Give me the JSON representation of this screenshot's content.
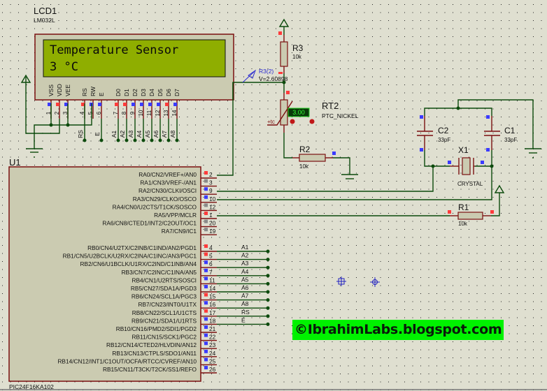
{
  "lcd": {
    "ref": "LCD1",
    "model": "LM032L",
    "line1": "Temperature Sensor",
    "line2": "3 °C",
    "screen_color": "#8fae00",
    "pin_labels": [
      "VSS",
      "VDD",
      "VEE",
      "RS",
      "RW",
      "E",
      "D0",
      "D1",
      "D2",
      "D3",
      "D4",
      "D5",
      "D6",
      "D7"
    ],
    "pin_numbers": [
      "1",
      "2",
      "3",
      "4",
      "5",
      "6",
      "7",
      "8",
      "9",
      "10",
      "11",
      "12",
      "13",
      "14"
    ],
    "net_labels": [
      "RS",
      "E",
      "A1",
      "A2",
      "A3",
      "A4",
      "A5",
      "A6",
      "A7",
      "A8"
    ]
  },
  "r3": {
    "ref": "R3",
    "value": "10k"
  },
  "probe": {
    "name": "R3(2)",
    "reading": "V=2.60898"
  },
  "rt2": {
    "ref": "RT2",
    "model": "PTC_NICKEL",
    "display": "3.00",
    "tc_label": "+tc"
  },
  "r2": {
    "ref": "R2",
    "value": "10k"
  },
  "c2": {
    "ref": "C2",
    "value": "33pF"
  },
  "c1": {
    "ref": "C1",
    "value": "33pF"
  },
  "x1": {
    "ref": "X1",
    "model": "CRYSTAL"
  },
  "r1": {
    "ref": "R1",
    "value": "10k"
  },
  "u1": {
    "ref": "U1",
    "model": "PIC24F16KA102",
    "porta": [
      {
        "name": "RA0/CN2/VREF+/AN0",
        "pin": "2"
      },
      {
        "name": "RA1/CN3/VREF-/AN1",
        "pin": "3"
      },
      {
        "name": "RA2/CN30/CLKI/OSCI",
        "pin": "9"
      },
      {
        "name": "RA3/CN29/CLKO/OSCO",
        "pin": "10"
      },
      {
        "name": "RA4/CN0/U2CTS/T1CK/SOSCO",
        "pin": "12"
      },
      {
        "name": "RA5/VPP/MCLR",
        "pin": "1"
      },
      {
        "name": "RA6/CN8/CTED1/INT2/C2OUT/OC1",
        "pin": "20"
      },
      {
        "name": "RA7/CN9/IC1",
        "pin": "19"
      }
    ],
    "portb": [
      {
        "name": "RB0/CN4/U2TX/C2INB/C1IND/AN2/PGD1",
        "pin": "4",
        "net": "A1"
      },
      {
        "name": "RB1/CN5/U2BCLK/U2RX/C2INA/C1INC/AN3/PGC1",
        "pin": "5",
        "net": "A2"
      },
      {
        "name": "RB2/CN6/U1BCLK/U1RX/C2IND/C1INB/AN4",
        "pin": "6",
        "net": "A3"
      },
      {
        "name": "RB3/CN7/C2INC/C1INA/AN5",
        "pin": "7",
        "net": "A4"
      },
      {
        "name": "RB4/CN1/U2RTS/SOSCI",
        "pin": "11",
        "net": "A5"
      },
      {
        "name": "RB5/CN27/SDA1A/PGD3",
        "pin": "14",
        "net": "A6"
      },
      {
        "name": "RB6/CN24/SCL1A/PGC3",
        "pin": "15",
        "net": "A7"
      },
      {
        "name": "RB7/CN23/INT0/U1TX",
        "pin": "16",
        "net": "A8"
      },
      {
        "name": "RB8/CN22/SCL1/U1CTS",
        "pin": "17",
        "net": "RS"
      },
      {
        "name": "RB9/CN21/SDA1/U1RTS",
        "pin": "18",
        "net": "E"
      },
      {
        "name": "RB10/CN16/PMD2/SDI1/PGD2",
        "pin": "21",
        "net": ""
      },
      {
        "name": "RB11/CN15/SCK1/PGC2",
        "pin": "22",
        "net": ""
      },
      {
        "name": "RB12/CN14/CTED2/HLVDIN/AN12",
        "pin": "23",
        "net": ""
      },
      {
        "name": "RB13/CN13/CTPLS/SDO1/AN11",
        "pin": "24",
        "net": ""
      },
      {
        "name": "RB14/CN12/INT1/C1OUT/OCFA/RTCC/CVREF/AN10",
        "pin": "25",
        "net": ""
      },
      {
        "name": "RB15/CN11/T3CK/T2CK/SS1/REFO",
        "pin": "26",
        "net": ""
      }
    ]
  },
  "watermark": "©IbrahimLabs.blogspot.com",
  "colors": {
    "wire": "#0c4a0c",
    "pin": "#7a0f0f",
    "high": "#ff3b3b",
    "low": "#3b3bff",
    "floating": "#8a8a8a",
    "background": "#dfdfd0"
  }
}
